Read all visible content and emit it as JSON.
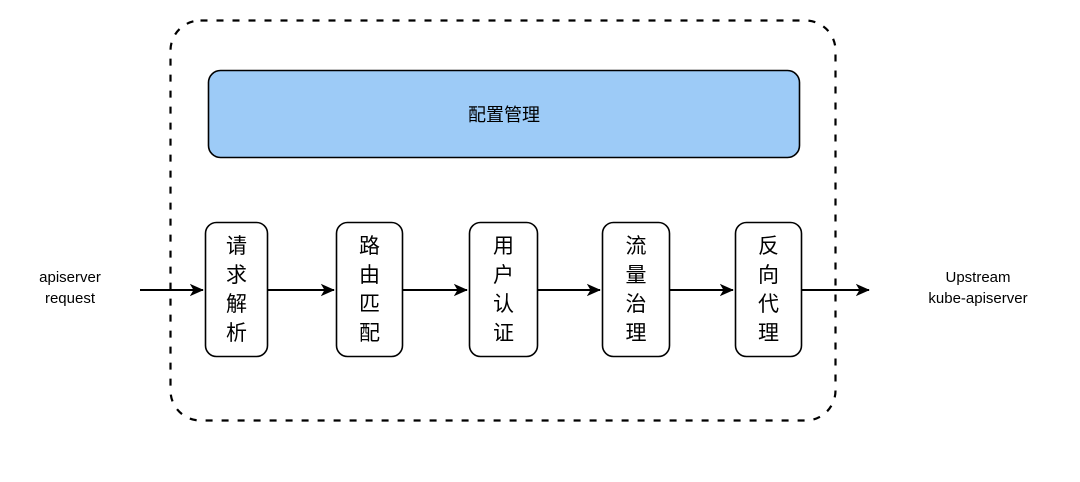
{
  "diagram": {
    "colors": {
      "banner_fill": "#9DCBF7",
      "stroke": "#000000",
      "box_fill": "#FFFFFF",
      "text": "#000000"
    },
    "outer_container": {
      "name": "dashed-boundary",
      "style": "dashed"
    },
    "banner": {
      "label": "配置管理"
    },
    "input": {
      "label_line1": "apiserver",
      "label_line2": "request"
    },
    "output": {
      "label_line1": "Upstream",
      "label_line2": "kube-apiserver"
    },
    "stages": [
      {
        "id": "request-parse",
        "label": "请求解析",
        "chars": [
          "请",
          "求",
          "解",
          "析"
        ]
      },
      {
        "id": "route-match",
        "label": "路由匹配",
        "chars": [
          "路",
          "由",
          "匹",
          "配"
        ]
      },
      {
        "id": "user-auth",
        "label": "用户认证",
        "chars": [
          "用",
          "户",
          "认",
          "证"
        ]
      },
      {
        "id": "traffic-governance",
        "label": "流量治理",
        "chars": [
          "流",
          "量",
          "治",
          "理"
        ]
      },
      {
        "id": "reverse-proxy",
        "label": "反向代理",
        "chars": [
          "反",
          "向",
          "代",
          "理"
        ]
      }
    ],
    "connectors": [
      {
        "from": "apiserver request",
        "to": "请求解析"
      },
      {
        "from": "请求解析",
        "to": "路由匹配"
      },
      {
        "from": "路由匹配",
        "to": "用户认证"
      },
      {
        "from": "用户认证",
        "to": "流量治理"
      },
      {
        "from": "流量治理",
        "to": "反向代理"
      },
      {
        "from": "反向代理",
        "to": "Upstream kube-apiserver"
      }
    ]
  }
}
